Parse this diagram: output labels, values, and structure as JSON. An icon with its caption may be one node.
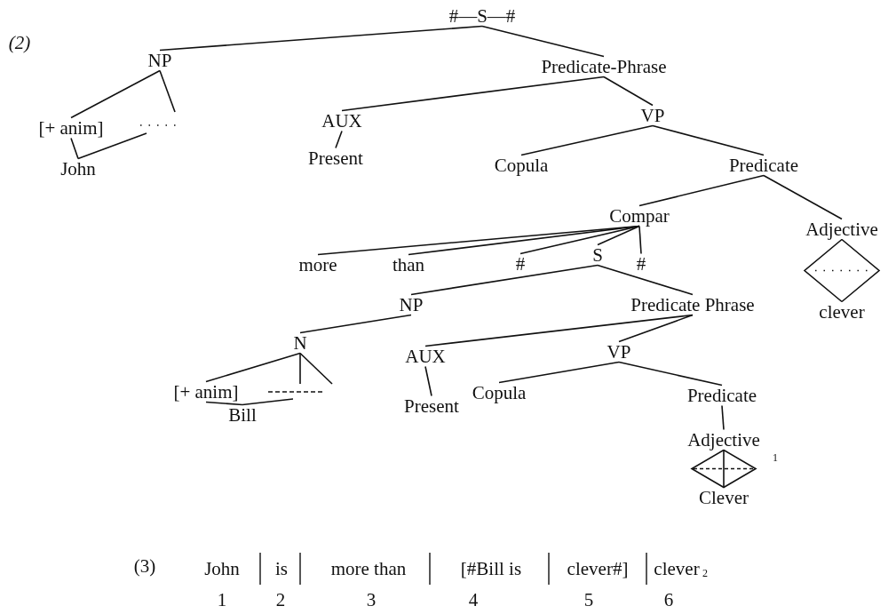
{
  "diagram": {
    "nodes": [
      {
        "text": [
          "#—S—#"
        ]
      },
      {
        "text": [
          "NP"
        ]
      },
      {
        "text": [
          "Predicate-Phrase"
        ]
      },
      {
        "text": [
          "[+ anim]"
        ]
      },
      {
        "text": [
          "John"
        ]
      },
      {
        "text": [
          "AUX"
        ]
      },
      {
        "text": [
          "Present"
        ]
      },
      {
        "text": [
          "VP"
        ]
      },
      {
        "text": [
          "Copula"
        ]
      },
      {
        "text": [
          "Predicate"
        ]
      },
      {
        "text": [
          "Compar"
        ]
      },
      {
        "text": [
          "Adjective"
        ]
      },
      {
        "text": [
          "clever"
        ]
      },
      {
        "text": [
          "more"
        ]
      },
      {
        "text": [
          "than"
        ]
      },
      {
        "text": [
          "#"
        ]
      },
      {
        "text": [
          "S"
        ]
      },
      {
        "text": [
          "#"
        ]
      },
      {
        "text": [
          "NP"
        ]
      },
      {
        "text": [
          "Predicate Phrase"
        ]
      },
      {
        "text": [
          "N"
        ]
      },
      {
        "text": [
          "AUX"
        ]
      },
      {
        "text": [
          "VP"
        ]
      },
      {
        "text": [
          "[+ anim]"
        ]
      },
      {
        "text": [
          "Bill"
        ]
      },
      {
        "text": [
          "Present"
        ]
      },
      {
        "text": [
          "Copula"
        ]
      },
      {
        "text": [
          "Predicate"
        ]
      },
      {
        "text": [
          "Adjective"
        ]
      },
      {
        "text": [
          "Clever"
        ]
      }
    ],
    "edges": [
      {
        "from": 0,
        "to": 1,
        "arrow": "none"
      },
      {
        "from": 0,
        "to": 2,
        "arrow": "none"
      },
      {
        "from": 1,
        "to": 3,
        "arrow": "none"
      },
      {
        "from": 3,
        "to": 4,
        "arrow": "none"
      },
      {
        "from": 2,
        "to": 5,
        "arrow": "none"
      },
      {
        "from": 2,
        "to": 7,
        "arrow": "none"
      },
      {
        "from": 5,
        "to": 6,
        "arrow": "none"
      },
      {
        "from": 7,
        "to": 8,
        "arrow": "none"
      },
      {
        "from": 7,
        "to": 9,
        "arrow": "none"
      },
      {
        "from": 9,
        "to": 10,
        "arrow": "none"
      },
      {
        "from": 9,
        "to": 11,
        "arrow": "none"
      },
      {
        "from": 11,
        "to": 12,
        "arrow": "none"
      },
      {
        "from": 10,
        "to": 13,
        "arrow": "none"
      },
      {
        "from": 10,
        "to": 14,
        "arrow": "none"
      },
      {
        "from": 10,
        "to": 15,
        "arrow": "none"
      },
      {
        "from": 10,
        "to": 16,
        "arrow": "none"
      },
      {
        "from": 10,
        "to": 17,
        "arrow": "none"
      },
      {
        "from": 16,
        "to": 18,
        "arrow": "none"
      },
      {
        "from": 16,
        "to": 19,
        "arrow": "none"
      },
      {
        "from": 18,
        "to": 20,
        "arrow": "none"
      },
      {
        "from": 19,
        "to": 21,
        "arrow": "none"
      },
      {
        "from": 19,
        "to": 22,
        "arrow": "none"
      },
      {
        "from": 20,
        "to": 23,
        "arrow": "none"
      },
      {
        "from": 23,
        "to": 24,
        "arrow": "none"
      },
      {
        "from": 21,
        "to": 25,
        "arrow": "none"
      },
      {
        "from": 22,
        "to": 26,
        "arrow": "none"
      },
      {
        "from": 22,
        "to": 27,
        "arrow": "none"
      },
      {
        "from": 27,
        "to": 28,
        "arrow": "none"
      },
      {
        "from": 28,
        "to": 29,
        "arrow": "none"
      }
    ],
    "labels": [
      "(2)",
      "1",
      "(3)",
      "John",
      "is",
      "more than",
      "[#Bill is",
      "clever#]",
      "clever",
      "2",
      "1",
      "2",
      "3",
      "4",
      "5",
      "6"
    ]
  }
}
